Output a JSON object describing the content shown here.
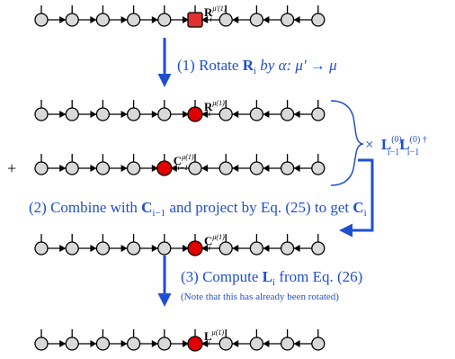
{
  "colors": {
    "blue": "#1f4fd1",
    "node_fill": "#d9d9d9",
    "red": "#e00000",
    "square_red": "#e03030",
    "line": "#000000"
  },
  "chains": [
    {
      "special_index": 5,
      "special_shape": "square",
      "label_main": "R",
      "label_sub": "i",
      "label_sup": "μ'(1)"
    },
    {
      "special_index": 5,
      "special_shape": "circle",
      "label_main": "R",
      "label_sub": "i",
      "label_sup": "μ(1)"
    },
    {
      "special_index": 4,
      "special_shape": "circle",
      "label_main": "C",
      "label_sub": "i−1",
      "label_sup": "μ(1)"
    },
    {
      "special_index": 5,
      "special_shape": "circle",
      "label_main": "C",
      "label_sub": "i",
      "label_sup": "μ(1)"
    },
    {
      "special_index": 5,
      "special_shape": "circle",
      "label_main": "L",
      "label_sub": "i",
      "label_sup": "μ(1)"
    }
  ],
  "step1": {
    "prefix": "(1) Rotate ",
    "bold": "R",
    "sub": "i",
    "suffix": " by α: μ′ → μ"
  },
  "step2": {
    "prefix": "(2) Combine with ",
    "bold1": "C",
    "sub1": "i−1",
    "middle": " and project by Eq. (25) to get ",
    "bold2": "C",
    "sub2": "i"
  },
  "step3": {
    "prefix": "(3) Compute ",
    "bold": "L",
    "sub": "i",
    "suffix": " from Eq. (26)"
  },
  "note": "(Note that this has already been rotated)",
  "plus": "+",
  "times": {
    "symbol": "×",
    "l1": "L",
    "l1_sup": "(0)",
    "l1_sub": "i−1",
    "l2": "L",
    "l2_sup": "(0) †",
    "l2_sub": "i−1"
  }
}
